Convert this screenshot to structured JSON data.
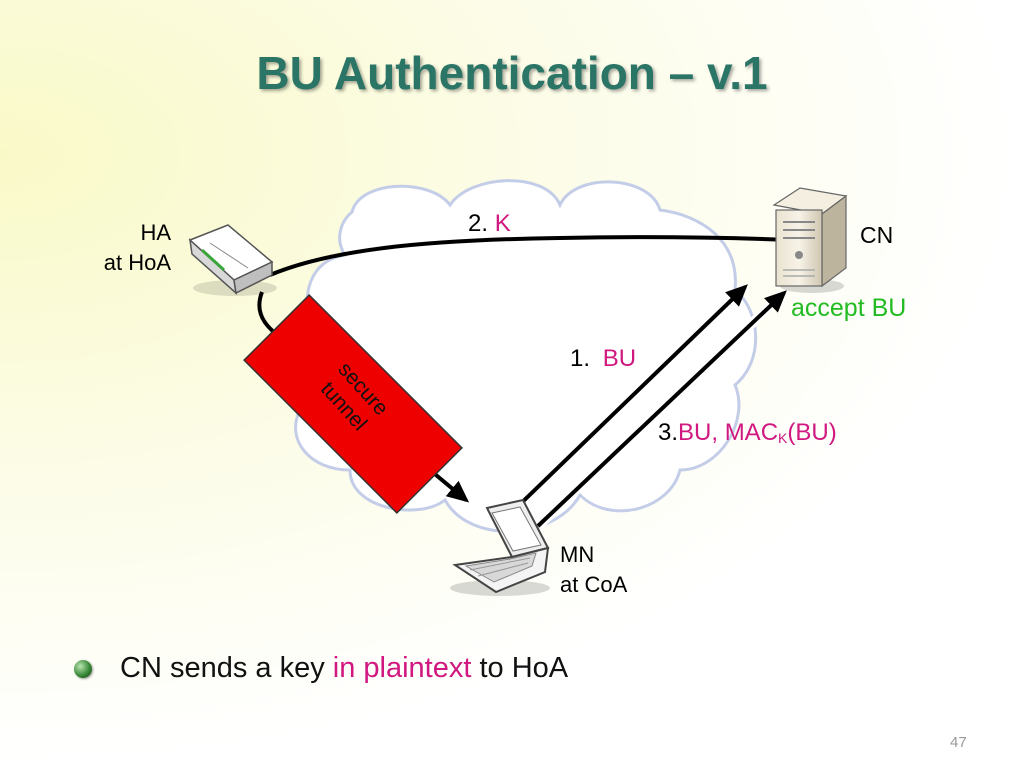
{
  "title": "BU Authentication – v.1",
  "nodes": {
    "ha_label_line1": "HA",
    "ha_label_line2": "at HoA",
    "cn_label": "CN",
    "cn_status": "accept BU",
    "mn_label_line1": "MN",
    "mn_label_line2": "at CoA"
  },
  "tunnel": {
    "line1": "secure",
    "line2": "tunnel"
  },
  "messages": {
    "step2_num": "2.",
    "step2_text": "K",
    "step1_num": "1.",
    "step1_text": "BU",
    "step3_num": "3.",
    "step3_text_a": "BU, MAC",
    "step3_sub": "K",
    "step3_text_b": "(BU)"
  },
  "bullet": {
    "prefix": "CN sends a key",
    "highlight": "in plaintext",
    "suffix": "to HoA"
  },
  "page_number": "47",
  "colors": {
    "title": "#2a7566",
    "highlight": "#d01880",
    "accept": "#22bb22",
    "tunnel_fill": "#ee0000"
  }
}
